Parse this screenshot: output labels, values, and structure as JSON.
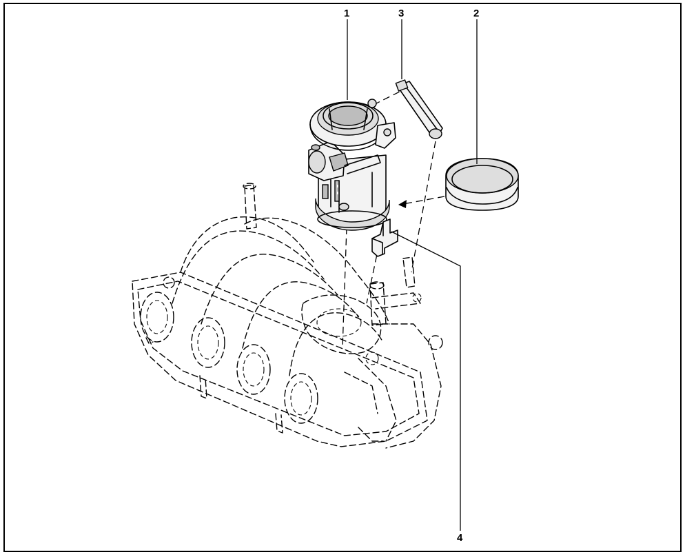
{
  "callouts": {
    "c1": "1",
    "c2": "2",
    "c3": "3",
    "c4": "4"
  },
  "parts": [
    {
      "callout": "1",
      "icon": "throttle-body"
    },
    {
      "callout": "2",
      "icon": "seal-ring"
    },
    {
      "callout": "3",
      "icon": "support-rod"
    },
    {
      "callout": "4",
      "icon": "bracket"
    },
    {
      "icon": "intake-manifold"
    }
  ],
  "colors": {
    "line": "#000000",
    "background": "#ffffff",
    "shade": "#bdbdbd"
  }
}
